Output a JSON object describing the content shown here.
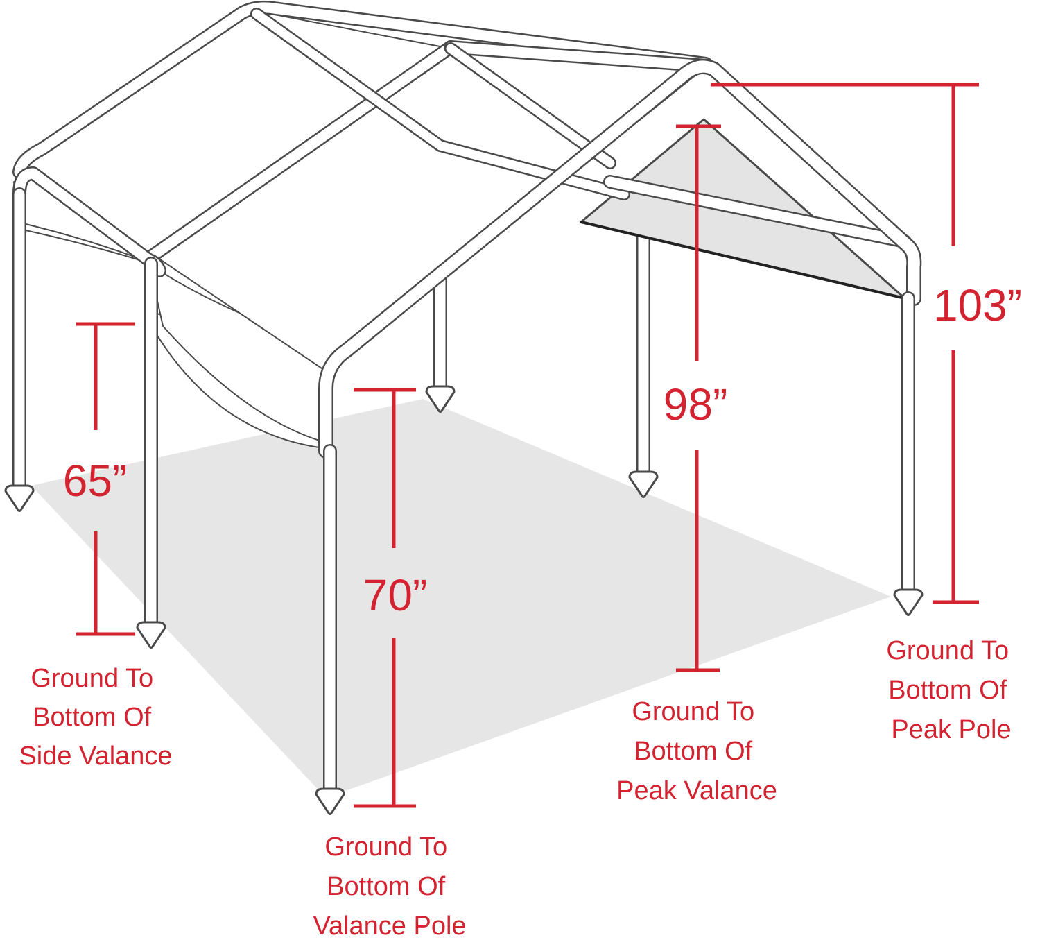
{
  "colors": {
    "accent_red": "#d42330",
    "frame_outline": "#4a4a4a",
    "frame_fill": "#ffffff",
    "ground_shadow": "#e6e6e6",
    "peak_panel": "#e4e4e4",
    "background": "#ffffff"
  },
  "measurements": [
    {
      "value": "65”",
      "caption": [
        "Ground To",
        "Bottom Of",
        "Side Valance"
      ]
    },
    {
      "value": "70”",
      "caption": [
        "Ground To",
        "Bottom Of",
        "Valance Pole"
      ]
    },
    {
      "value": "98”",
      "caption": [
        "Ground To",
        "Bottom Of",
        "Peak Valance"
      ]
    },
    {
      "value": "103”",
      "caption": [
        "Ground To",
        "Bottom Of",
        "Peak Pole"
      ]
    }
  ]
}
